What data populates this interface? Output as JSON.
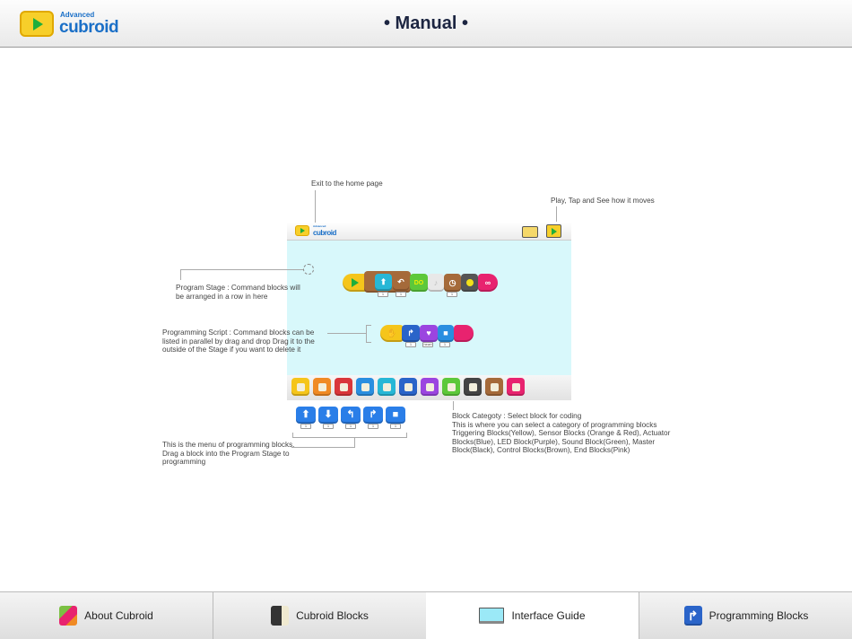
{
  "header": {
    "logo_small": "Advanced",
    "logo_big": "cubroid",
    "title": "• Manual •"
  },
  "annotations": {
    "exit": "Exit to the home page",
    "play": "Play, Tap and See how it moves",
    "stage": "Program Stage : Command blocks will be arranged in a row in here",
    "script": "Programming Script : Command blocks can be listed in parallel by drag and drop Drag it to the outside of the Stage if you want to delete it",
    "menu": "This is the menu of programming blocks. Drag a block into the Program Stage to programming",
    "category": "Block Categoty : Select block for coding\nThis is where you can select a category of programming blocks Triggering Blocks(Yellow), Sensor Blocks (Orange & Red), Actuator Blocks(Blue), LED Block(Purple), Sound Block(Green), Master Block(Black), Control Blocks(Brown), End Blocks(Pink)"
  },
  "mockup": {
    "logo_small": "Advanced",
    "logo_big": "cubroid",
    "do_label": "DO",
    "tag_one": "1",
    "tag_heart": "heart",
    "icons": [
      "folder-icon",
      "play-icon"
    ]
  },
  "categories": [
    {
      "name": "triggering",
      "color": "#f5c51b"
    },
    {
      "name": "sensor-orange",
      "color": "#f08a24"
    },
    {
      "name": "sensor-red",
      "color": "#d9363a"
    },
    {
      "name": "actuator-1",
      "color": "#2a8ee0"
    },
    {
      "name": "actuator-2",
      "color": "#27b7d6"
    },
    {
      "name": "actuator-3",
      "color": "#2a64c9"
    },
    {
      "name": "led",
      "color": "#9b45e0"
    },
    {
      "name": "sound",
      "color": "#5cc83a"
    },
    {
      "name": "master",
      "color": "#444444"
    },
    {
      "name": "control",
      "color": "#a56a3a"
    },
    {
      "name": "end",
      "color": "#e8236f"
    }
  ],
  "menu_blocks": [
    {
      "icon": "up-arrow",
      "glyph": "⬆"
    },
    {
      "icon": "down-arrow",
      "glyph": "⬇"
    },
    {
      "icon": "turn-left",
      "glyph": "↰"
    },
    {
      "icon": "turn-right",
      "glyph": "↱"
    },
    {
      "icon": "stop",
      "glyph": "■"
    }
  ],
  "tabs": [
    {
      "label": "About Cubroid",
      "active": false
    },
    {
      "label": "Cubroid Blocks",
      "active": false
    },
    {
      "label": "Interface Guide",
      "active": true
    },
    {
      "label": "Programming Blocks",
      "active": false
    }
  ]
}
